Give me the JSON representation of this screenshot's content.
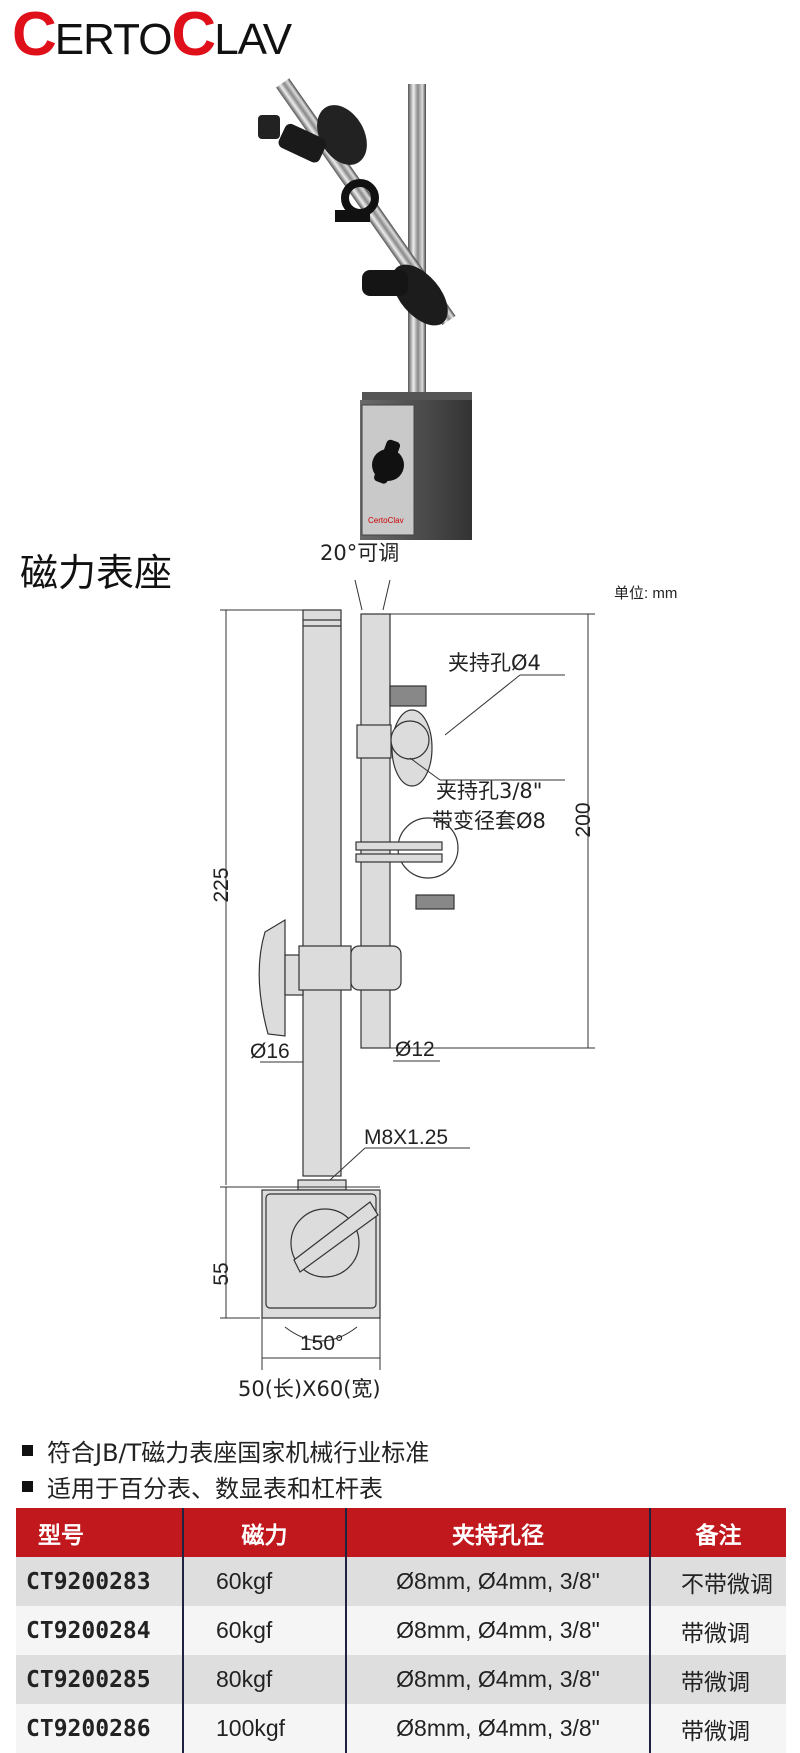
{
  "brand": {
    "logo_parts": [
      {
        "text": "C",
        "style": "big"
      },
      {
        "text": "ERTO",
        "style": "small"
      },
      {
        "text": "C",
        "style": "big"
      },
      {
        "text": "LAV",
        "style": "small"
      }
    ],
    "accent_color": "#e0101a"
  },
  "product_photo": {
    "alt": "Magnetic base stand with articulating arm",
    "base_logo": "CertoClav"
  },
  "section": {
    "title": "磁力表座",
    "unit": "单位: mm"
  },
  "drawing": {
    "labels": {
      "angle_top": "20°可调",
      "clamp_hole_4": "夹持孔Ø4",
      "clamp_hole_38": "夹持孔3/8\"",
      "reducer": "带变径套Ø8",
      "height_225": "225",
      "height_200": "200",
      "dia_12": "Ø12",
      "dia_16": "Ø16",
      "thread": "M8X1.25",
      "base_height": "55",
      "base_angle": "150°",
      "base_size": "50(长)X60(宽)"
    }
  },
  "features": [
    "符合JB/T磁力表座国家机械行业标准",
    "适用于百分表、数显表和杠杆表"
  ],
  "table": {
    "header_color": "#c0181c",
    "headers": [
      "型号",
      "磁力",
      "夹持孔径",
      "备注"
    ],
    "rows": [
      {
        "model": "CT9200283",
        "magnetic_force": "60kgf",
        "clamp_diameter": "Ø8mm, Ø4mm, 3/8\"",
        "note": "不带微调"
      },
      {
        "model": "CT9200284",
        "magnetic_force": "60kgf",
        "clamp_diameter": "Ø8mm, Ø4mm, 3/8\"",
        "note": "带微调"
      },
      {
        "model": "CT9200285",
        "magnetic_force": "80kgf",
        "clamp_diameter": "Ø8mm, Ø4mm, 3/8\"",
        "note": "带微调"
      },
      {
        "model": "CT9200286",
        "magnetic_force": "100kgf",
        "clamp_diameter": "Ø8mm, Ø4mm, 3/8\"",
        "note": "带微调"
      }
    ]
  }
}
